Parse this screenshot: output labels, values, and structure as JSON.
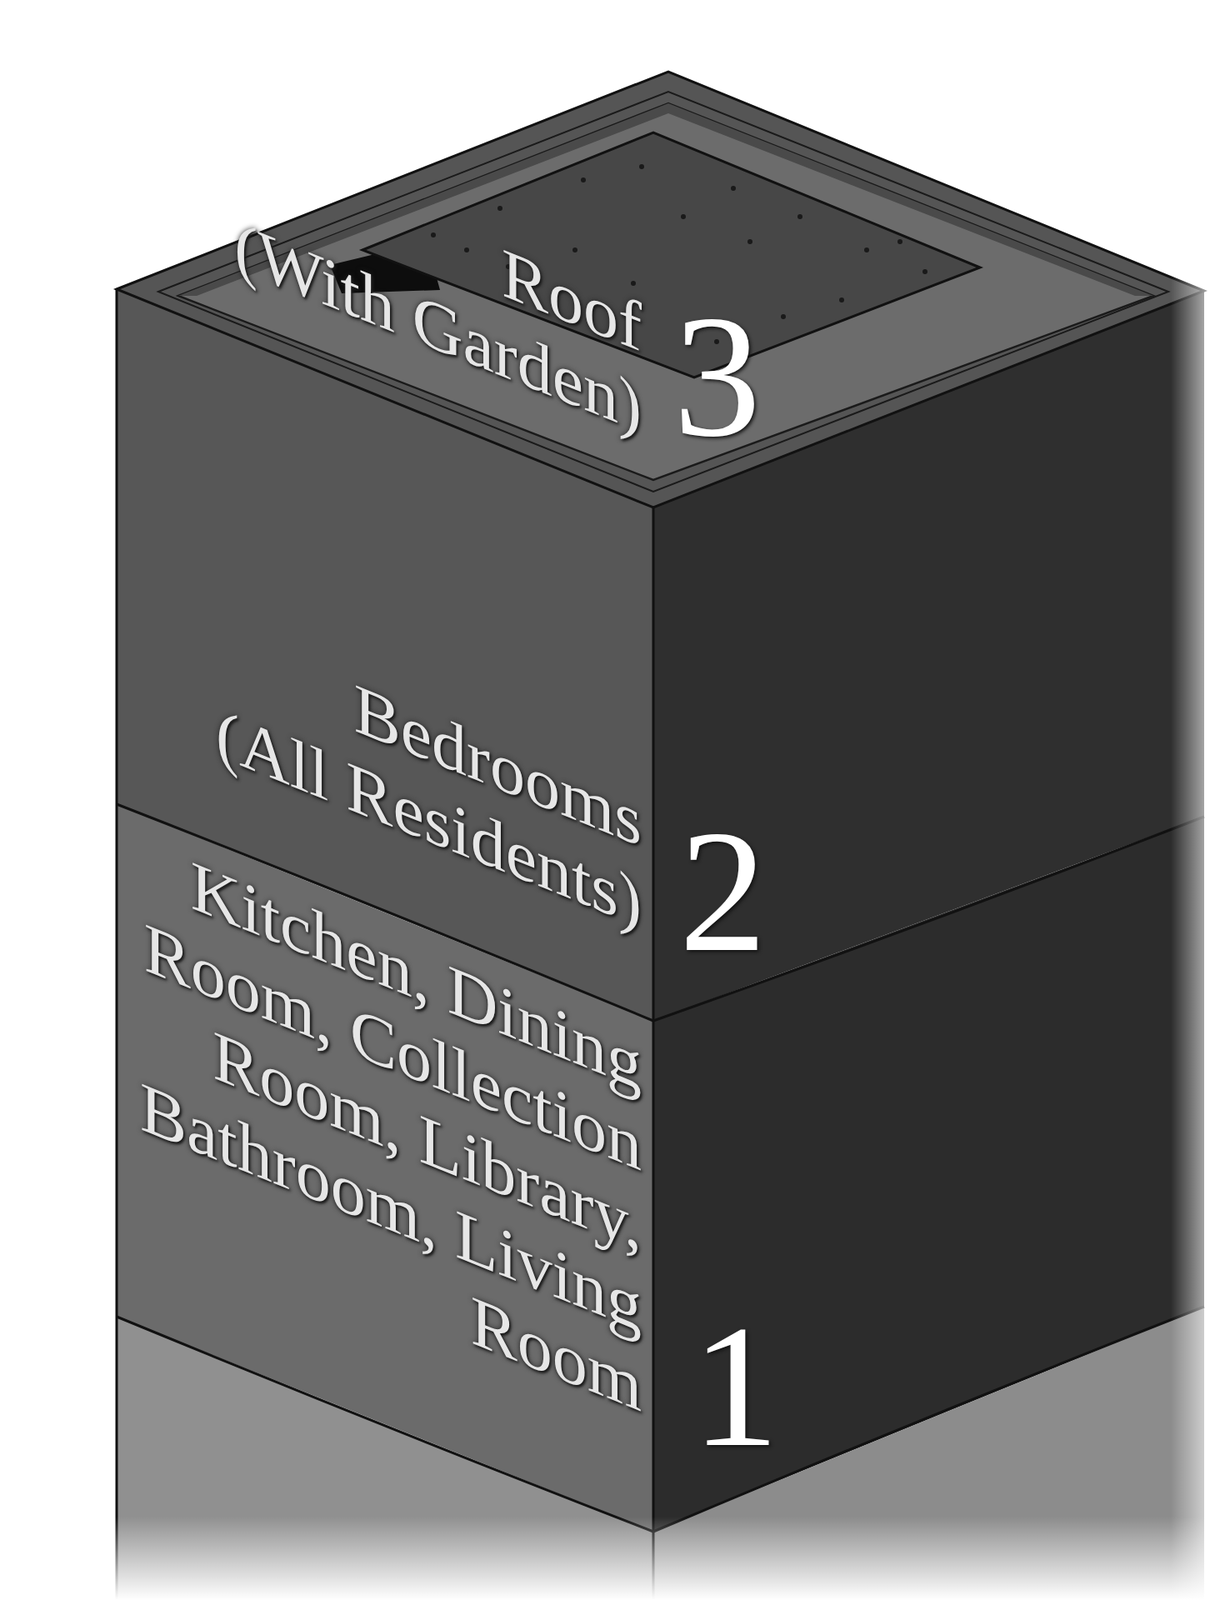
{
  "diagram": {
    "nodes": [
      {
        "text": [
          "Roof",
          "(With Garden)",
          "3"
        ]
      },
      {
        "text": [
          "Bedrooms",
          "(All Residents)",
          "2"
        ]
      },
      {
        "text": [
          "Kitchen, Dining Room, Collection Room, Library, Bathroom, Living Room",
          "1"
        ]
      }
    ]
  }
}
